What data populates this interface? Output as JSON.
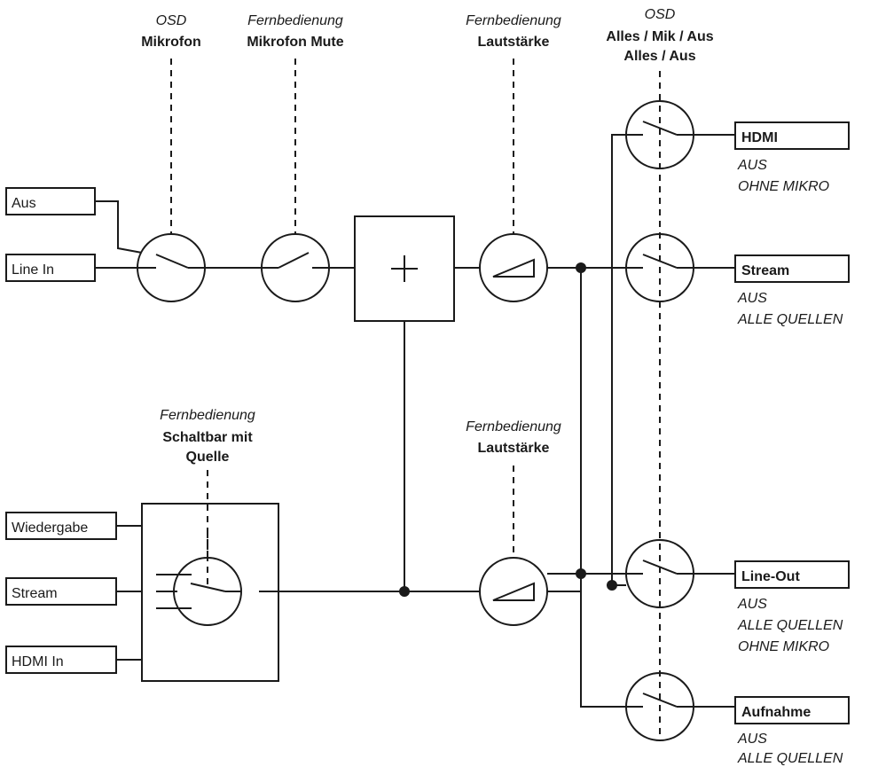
{
  "labels": {
    "osd_mic_italic": "OSD",
    "osd_mic_bold": "Mikrofon",
    "remote_mute_italic": "Fernbedienung",
    "remote_mute_bold": "Mikrofon Mute",
    "remote_vol1_italic": "Fernbedienung",
    "remote_vol1_bold": "Lautstärke",
    "osd_all_italic": "OSD",
    "osd_all_bold1": "Alles / Mik / Aus",
    "osd_all_bold2": "Alles / Aus",
    "remote_src_italic": "Fernbedienung",
    "remote_src_bold1": "Schaltbar mit",
    "remote_src_bold2": "Quelle",
    "remote_vol2_italic": "Fernbedienung",
    "remote_vol2_bold": "Lautstärke"
  },
  "inputs": {
    "aus": "Aus",
    "line_in": "Line In",
    "wiedergabe": "Wiedergabe",
    "stream": "Stream",
    "hdmi_in": "HDMI In"
  },
  "outputs": {
    "hdmi": {
      "label": "HDMI",
      "opt1": "AUS",
      "opt2": "OHNE MIKRO"
    },
    "stream": {
      "label": "Stream",
      "opt1": "AUS",
      "opt2": "ALLE QUELLEN"
    },
    "line_out": {
      "label": "Line-Out",
      "opt1": "AUS",
      "opt2": "ALLE QUELLEN",
      "opt3": "OHNE MIKRO"
    },
    "aufnahme": {
      "label": "Aufnahme",
      "opt1": "AUS",
      "opt2": "ALLE QUELLEN"
    }
  }
}
